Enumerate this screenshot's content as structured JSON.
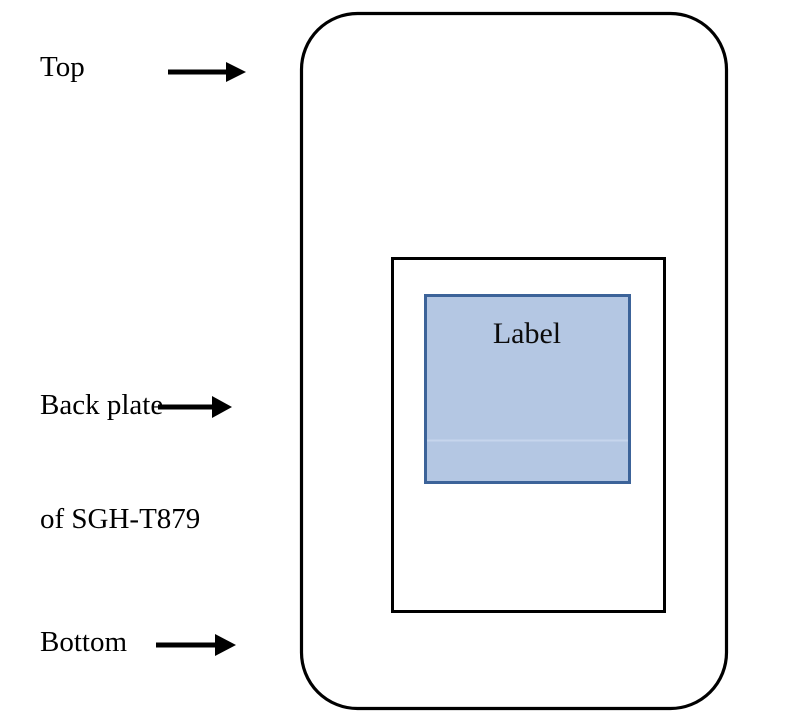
{
  "figure": {
    "title": "Back plate of SGH-T879 with label placement",
    "background_color": "#ffffff",
    "stroke_color": "#000000"
  },
  "callouts": [
    {
      "name": "top",
      "label": "Top",
      "arrow": "right-arrow-icon"
    },
    {
      "name": "back-plate",
      "label_line1": "Back plate",
      "label_line2": "of SGH-T879",
      "arrow": "right-arrow-icon"
    },
    {
      "name": "bottom",
      "label": "Bottom",
      "arrow": "right-arrow-icon"
    }
  ],
  "device": {
    "name": "back-plate-outline",
    "shape": "rounded-rectangle",
    "outline_color": "#000000",
    "fill_color": "#ffffff"
  },
  "inner_region": {
    "name": "inner-rectangle",
    "outline_color": "#000000",
    "fill_color": "#ffffff"
  },
  "label_box": {
    "name": "label-rectangle",
    "text": "Label",
    "fill_color": "#b4c7e3",
    "border_color": "#3c6399",
    "text_color": "#0b0b0b"
  }
}
